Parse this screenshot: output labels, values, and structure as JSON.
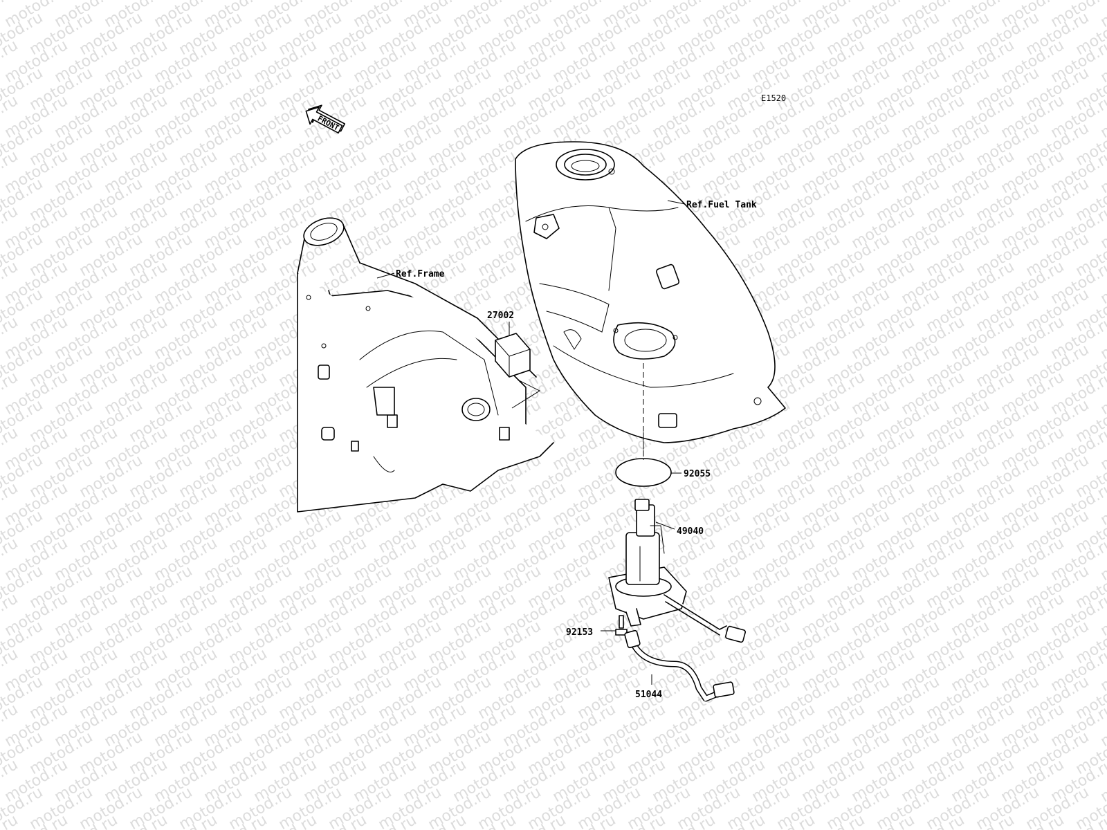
{
  "watermark": {
    "text": "motod.ru"
  },
  "diagram_code": "E1520",
  "front_arrow": {
    "text": "FRONT"
  },
  "labels": {
    "ref_fuel_tank": "Ref.Fuel Tank",
    "ref_frame": "Ref.Frame",
    "p27002": "27002",
    "p92055": "92055",
    "p49040": "49040",
    "p92153": "92153",
    "p51044": "51044"
  }
}
